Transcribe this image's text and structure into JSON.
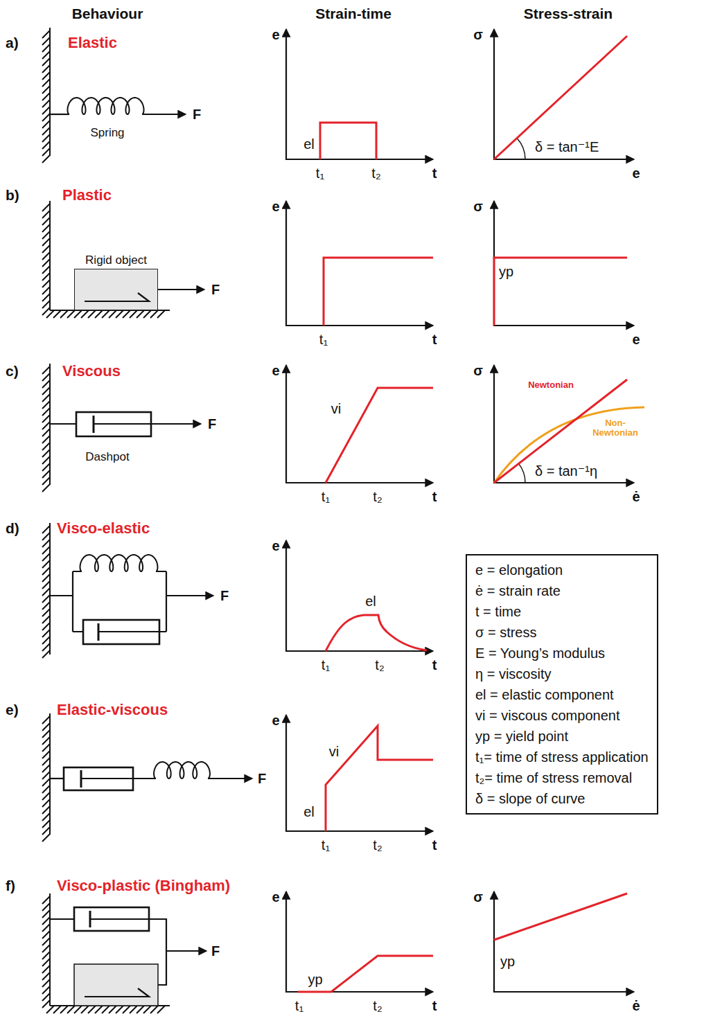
{
  "diagram": {
    "nodes": [
      {
        "text": [
          "Rigid object"
        ]
      },
      {
        "text": [
          "e = elongation",
          "ė = strain rate",
          "t = time",
          "σ = stress",
          "E = Young’s modulus",
          "η = viscosity",
          "el = elastic component",
          "vi = viscous component",
          "yp = yield point",
          "t₁= time of stress application",
          "t₂= time of stress removal",
          "δ = slope of curve"
        ]
      }
    ],
    "labels": [
      "Behaviour",
      "Strain-time",
      "Stress-strain",
      "a)",
      "Elastic",
      "e",
      "σ",
      "F",
      "Spring",
      "el",
      "δ = tan⁻¹E",
      "t₁",
      "t₂",
      "t",
      "e",
      "b)",
      "Plastic",
      "e",
      "σ",
      "yp",
      "F",
      "t₁",
      "t",
      "e",
      "c)",
      "Viscous",
      "e",
      "σ",
      "Newtonian",
      "vi",
      "F",
      "Non-Newtonian",
      "Dashpot",
      "δ = tan⁻¹η",
      "t₁",
      "t₂",
      "t",
      "ė",
      "d)",
      "Visco-elastic",
      "e",
      "el",
      "F",
      "t₁",
      "t₂",
      "t",
      "e)",
      "Elastic-viscous",
      "e",
      "vi",
      "F",
      "el",
      "t₁",
      "t₂",
      "t",
      "f)",
      "Visco-plastic (Bingham)",
      "e",
      "σ",
      "F",
      "yp",
      "yp",
      "t₁",
      "t₂",
      "t",
      "ė"
    ]
  }
}
